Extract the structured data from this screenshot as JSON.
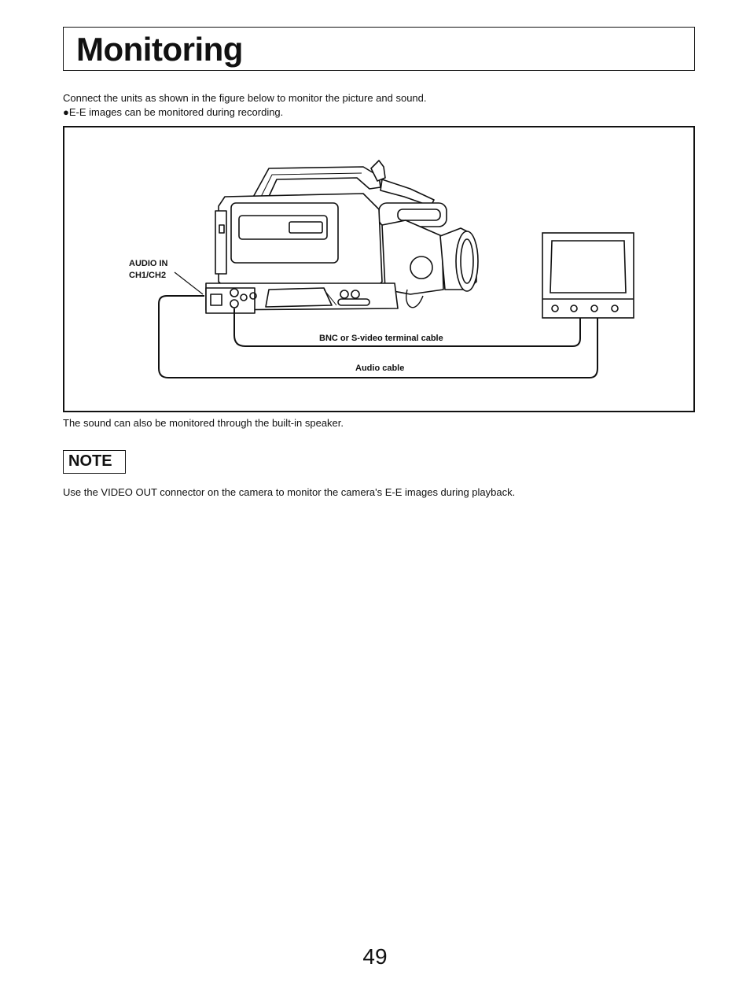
{
  "title": "Monitoring",
  "intro": {
    "line1": "Connect the units as shown in the figure below to monitor the picture and sound.",
    "line2": "●E-E images can be monitored during recording."
  },
  "figure": {
    "audio_in_label_1": "AUDIO IN",
    "audio_in_label_2": "CH1/CH2",
    "bnc_cable_label": "BNC or S-video terminal cable",
    "audio_cable_label": "Audio cable"
  },
  "after_text": "The sound can also be monitored through the built-in speaker.",
  "note": {
    "badge": "NOTE",
    "text": "Use the VIDEO OUT connector on the camera to monitor the camera's E-E images during playback."
  },
  "page_number": "49"
}
